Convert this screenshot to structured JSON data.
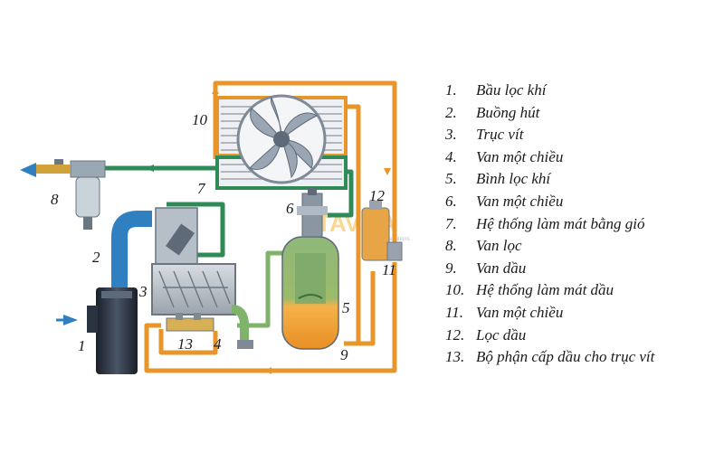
{
  "diagram": {
    "labels": {
      "n1": "1",
      "n2": "2",
      "n3": "3",
      "n4": "4",
      "n5": "5",
      "n6": "6",
      "n7": "7",
      "n8": "8",
      "n9": "9",
      "n10": "10",
      "n11": "11",
      "n12": "12",
      "n13": "13"
    },
    "watermark": "TAVITA",
    "watermark_sub": "Industrial Solutions"
  },
  "legend": [
    {
      "num": "1.",
      "text": "Bầu lọc khí"
    },
    {
      "num": "2.",
      "text": "Buồng hút"
    },
    {
      "num": "3.",
      "text": "Trục vít"
    },
    {
      "num": "4.",
      "text": "Van một chiều"
    },
    {
      "num": "5.",
      "text": "Bình lọc khí"
    },
    {
      "num": "6.",
      "text": "Van một chiều"
    },
    {
      "num": "7.",
      "text": "Hệ thống làm mát bằng gió"
    },
    {
      "num": "8.",
      "text": "Van lọc"
    },
    {
      "num": "9.",
      "text": "Van dầu"
    },
    {
      "num": "10.",
      "text": "Hệ thống làm mát dầu"
    },
    {
      "num": "11.",
      "text": "Van một chiều"
    },
    {
      "num": "12.",
      "text": "Lọc dầu"
    },
    {
      "num": "13.",
      "text": "Bộ phận cấp dầu cho trục vít"
    }
  ],
  "colors": {
    "oil": "#e8962a",
    "air_cool": "#2e8b57",
    "air_in": "#2f7fc1",
    "tank": "#f0a541"
  }
}
